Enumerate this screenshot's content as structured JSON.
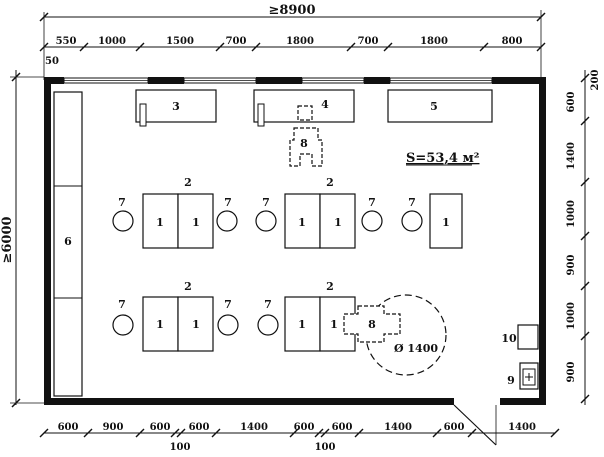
{
  "plan": {
    "overall_width": "≥8900",
    "overall_height": "≥6000",
    "area": "S=53,4 м²",
    "circle_diameter": "Ø 1400",
    "top_dims": [
      "550",
      "1000",
      "1500",
      "700",
      "1800",
      "700",
      "1800",
      "800"
    ],
    "top_small": "50",
    "bottom_dims": [
      "600",
      "900",
      "600",
      "600",
      "1400",
      "600",
      "600",
      "1400",
      "600",
      "1400"
    ],
    "bottom_small": [
      "100",
      "100"
    ],
    "right_dims": [
      "600",
      "200",
      "1400",
      "1000",
      "900",
      "1000",
      "900"
    ],
    "labels": {
      "desk": "1",
      "table_group": "2",
      "cabinet3": "3",
      "cabinet4": "4",
      "cabinet5": "5",
      "cabinet6": "6",
      "stool": "7",
      "wheelchair": "8",
      "item9": "9",
      "item10": "10"
    }
  }
}
